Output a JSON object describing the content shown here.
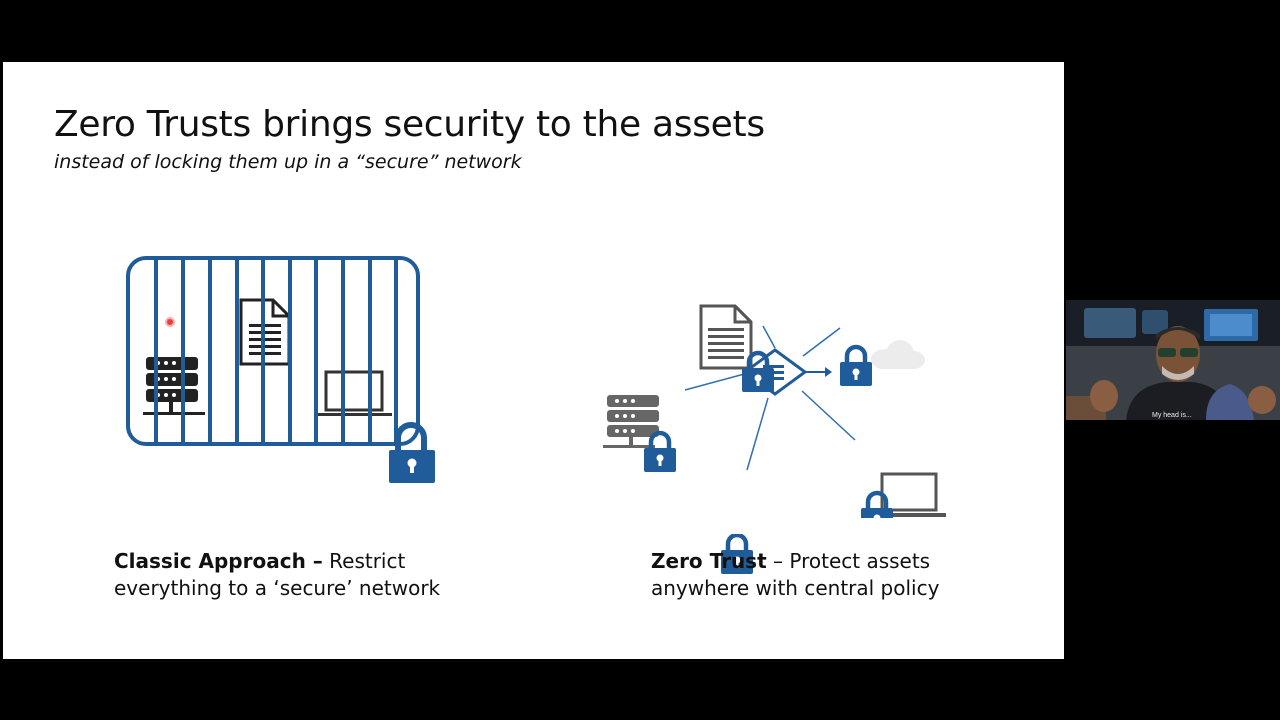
{
  "slide": {
    "title": "Zero Trusts brings security to the assets",
    "subtitle": "instead of locking them up in a “secure” network"
  },
  "classic": {
    "heading": "Classic Approach –",
    "text_line1": " Restrict",
    "text_line2": "everything to a ‘secure’ network"
  },
  "zero_trust": {
    "heading": "Zero Trust",
    "text_line1": " – Protect assets",
    "text_line2": "anywhere with central policy"
  },
  "webcam": {
    "shirt_text": "My head is..."
  },
  "colors": {
    "accent_blue": "#1f5c99",
    "line_blue": "#2e6eb3",
    "dark_gray": "#333333",
    "mid_gray": "#595959",
    "cloud_gray": "#e8e8e8",
    "background_letterbox": "#000000",
    "slide_bg": "#ffffff"
  },
  "icons": [
    "document-icon",
    "server-icon",
    "laptop-icon",
    "padlock-icon",
    "cloud-icon",
    "phone-icon",
    "policy-diamond-icon",
    "jail-bars-icon"
  ]
}
